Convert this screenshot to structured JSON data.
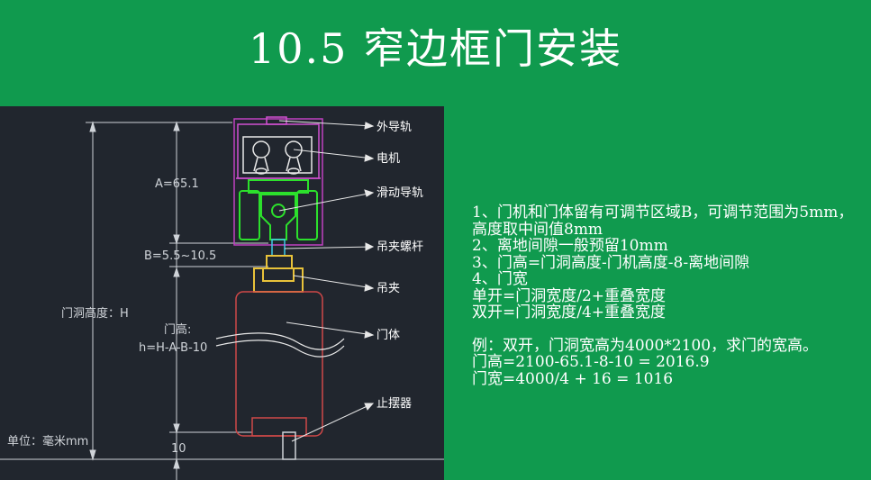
{
  "title": "10.5 窄边框门安装",
  "diagram": {
    "dim_a": "A=65.1",
    "dim_b": "B=5.5~10.5",
    "door_height_label": "门洞高度：H",
    "leaf_height_title": "门高:",
    "leaf_height_formula": "h=H-A-B-10",
    "floor_gap": "10",
    "unit": "单位：毫米mm",
    "callouts": {
      "outer_rail": "外导轨",
      "motor": "电机",
      "sliding_rail": "滑动导轨",
      "hanger_screw": "吊夹螺杆",
      "hanger_clamp": "吊夹",
      "door_body": "门体",
      "stopper": "止摆器"
    }
  },
  "notes": {
    "lines": [
      "1、门机和门体留有可调节区域B，可调节范围为5mm，高度取中间值8mm",
      "2、离地间隙一般预留10mm",
      "3、门高=门洞高度-门机高度-8-离地间隙",
      "4、门宽",
      "单开=门洞宽度/2+重叠宽度",
      "双开=门洞宽度/4+重叠宽度"
    ],
    "example": [
      "例：双开，门洞宽高为4000*2100，求门的宽高。",
      "门高=2100-65.1-8-10 = 2016.9",
      "门宽=4000/4 + 16 = 1016"
    ]
  }
}
